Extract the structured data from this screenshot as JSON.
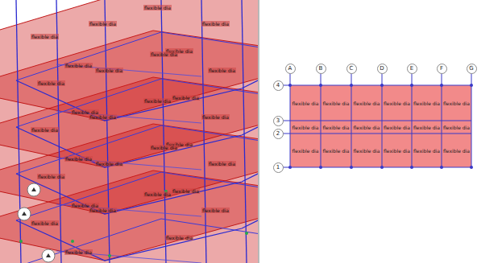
{
  "diagram": {
    "nodes": [
      {
        "text": [
          "A"
        ]
      },
      {
        "text": [
          "B"
        ]
      },
      {
        "text": [
          "C"
        ]
      },
      {
        "text": [
          "D"
        ]
      },
      {
        "text": [
          "E"
        ]
      },
      {
        "text": [
          "F"
        ]
      },
      {
        "text": [
          "G"
        ]
      },
      {
        "text": [
          "4"
        ]
      },
      {
        "text": [
          "3"
        ]
      },
      {
        "text": [
          "2"
        ]
      },
      {
        "text": [
          "1"
        ]
      },
      {
        "text": [
          "flexible dia"
        ]
      },
      {
        "text": [
          "flexible dia"
        ]
      },
      {
        "text": [
          "flexible dia"
        ]
      },
      {
        "text": [
          "flexible dia"
        ]
      },
      {
        "text": [
          "flexible dia"
        ]
      },
      {
        "text": [
          "flexible dia"
        ]
      },
      {
        "text": [
          "flexible dia"
        ]
      },
      {
        "text": [
          "flexible dia"
        ]
      },
      {
        "text": [
          "flexible dia"
        ]
      },
      {
        "text": [
          "flexible dia"
        ]
      },
      {
        "text": [
          "flexible dia"
        ]
      },
      {
        "text": [
          "flexible dia"
        ]
      },
      {
        "text": [
          "flexible dia"
        ]
      },
      {
        "text": [
          "flexible dia"
        ]
      },
      {
        "text": [
          "flexible dia"
        ]
      },
      {
        "text": [
          "flexible dia"
        ]
      },
      {
        "text": [
          "flexible dia"
        ]
      },
      {
        "text": [
          "flexible dia"
        ]
      }
    ],
    "labels": [
      "flexible dia",
      "flexible dia",
      "flexible dia",
      "flexible dia",
      "flexible dia",
      "flexible dia",
      "flexible dia",
      "flexible dia",
      "flexible dia",
      "flexible dia",
      "flexible dia",
      "flexible dia",
      "flexible dia",
      "flexible dia",
      "flexible dia",
      "flexible dia",
      "flexible dia",
      "flexible dia",
      "flexible dia",
      "flexible dia",
      "flexible dia",
      "flexible dia",
      "flexible dia",
      "flexible dia",
      "flexible dia",
      "flexible dia",
      "flexible dia",
      "flexible dia",
      "flexible dia",
      "flexible dia"
    ]
  }
}
